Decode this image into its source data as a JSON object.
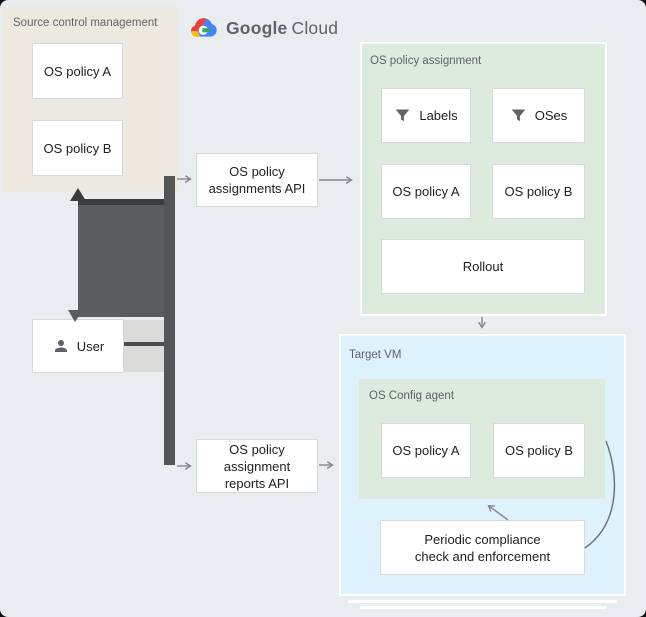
{
  "colors": {
    "background": "#e9edf0",
    "source_control_bg": "#ece9e1",
    "green_group_bg": "#dcebdd",
    "blue_group_bg": "#def2fd",
    "connector_dark": "#5b5c5e",
    "connector_dark_edge": "#3a3b3d",
    "arrow_gray": "#85878a",
    "label_gray": "#5f6368",
    "text_dark": "#202124",
    "logo_blue": "#4285f4",
    "logo_red": "#ea4335",
    "logo_yellow": "#fbbc05",
    "logo_green": "#34a853"
  },
  "logo": {
    "icon": "google-cloud-icon",
    "google": "Google",
    "cloud": "Cloud"
  },
  "source_control": {
    "title": "Source control management",
    "policies": [
      {
        "label": "OS policy A"
      },
      {
        "label": "OS policy B"
      }
    ]
  },
  "user": {
    "icon": "person-icon",
    "label": "User"
  },
  "apis": {
    "assignments": {
      "label": "OS policy assignments API"
    },
    "reports": {
      "label": "OS policy assignment reports API"
    }
  },
  "os_policy_assignment": {
    "title": "OS policy assignment",
    "filters": [
      {
        "icon": "filter-icon",
        "label": "Labels"
      },
      {
        "icon": "filter-icon",
        "label": "OSes"
      }
    ],
    "policies": [
      {
        "label": "OS policy A"
      },
      {
        "label": "OS policy B"
      }
    ],
    "rollout": {
      "label": "Rollout"
    }
  },
  "target_vm": {
    "title": "Target VM",
    "os_config_agent": {
      "title": "OS Config agent",
      "policies": [
        {
          "label": "OS policy A"
        },
        {
          "label": "OS policy B"
        }
      ]
    },
    "compliance": {
      "label": "Periodic compliance check and enforcement"
    }
  }
}
